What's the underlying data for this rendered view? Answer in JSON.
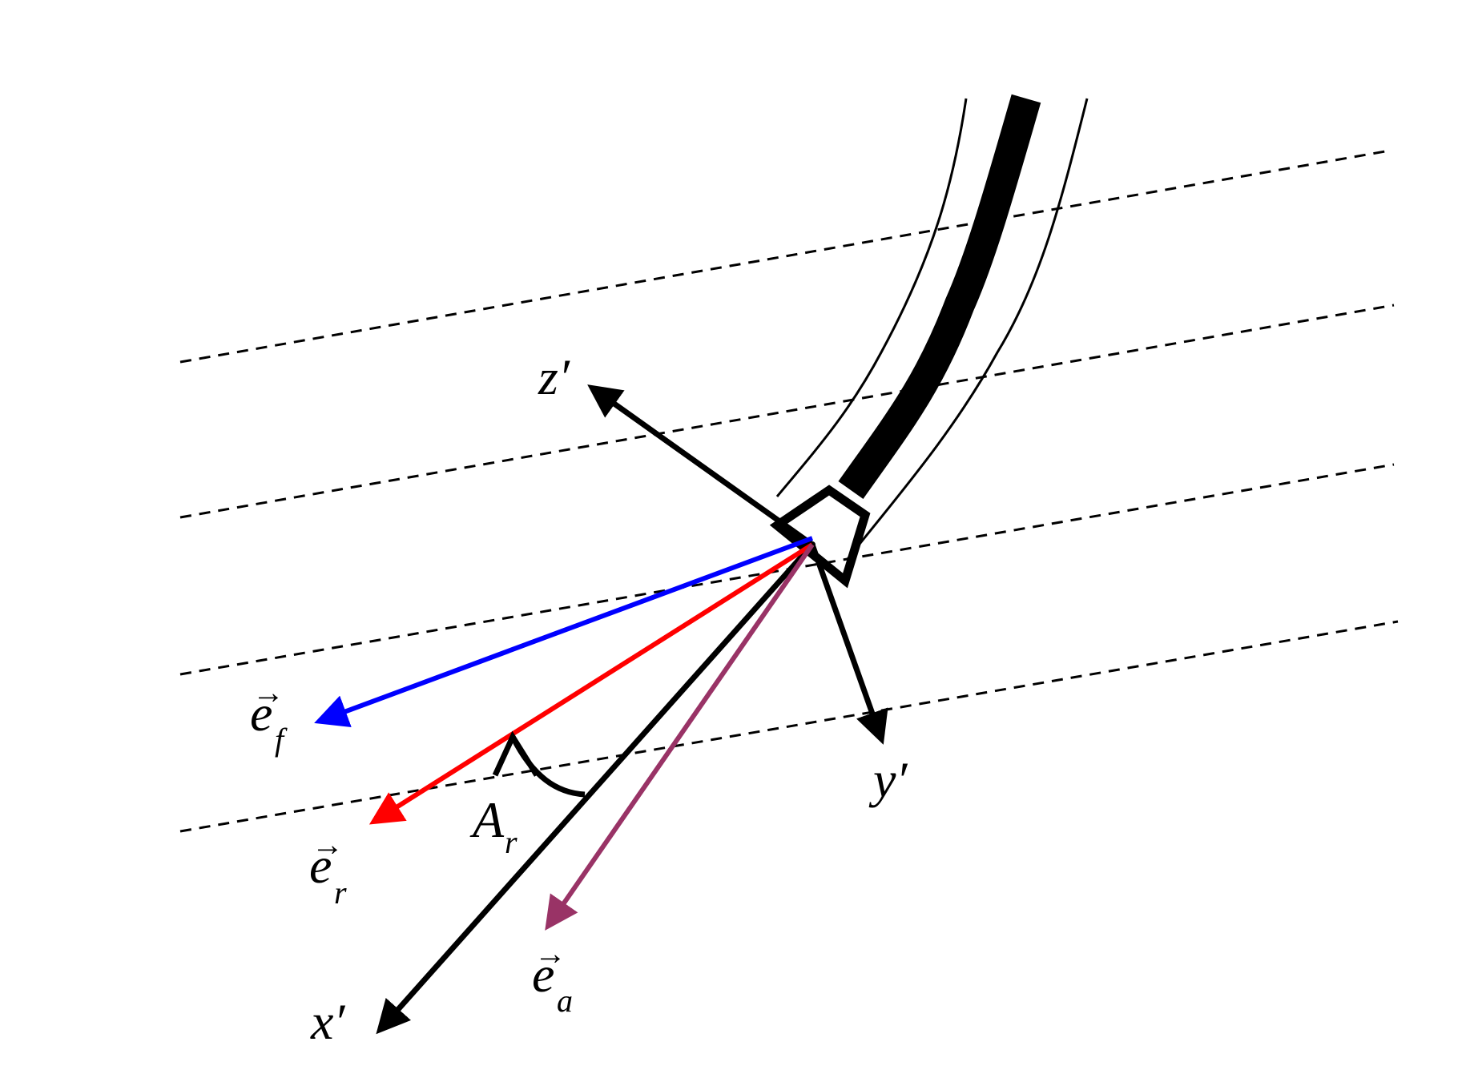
{
  "labels": {
    "z_axis": "z′",
    "y_axis": "y′",
    "x_axis": "x′",
    "e_f": {
      "base": "e",
      "sub": "f"
    },
    "e_r": {
      "base": "e",
      "sub": "r"
    },
    "e_a": {
      "base": "e",
      "sub": "a"
    },
    "angle": {
      "base": "A",
      "sub": "r"
    }
  },
  "vector_arrow_glyph": "→",
  "colors": {
    "e_f": "#0000ff",
    "e_r": "#ff0000",
    "e_a": "#993366",
    "axes": "#000000",
    "field_lines": "#000000"
  }
}
